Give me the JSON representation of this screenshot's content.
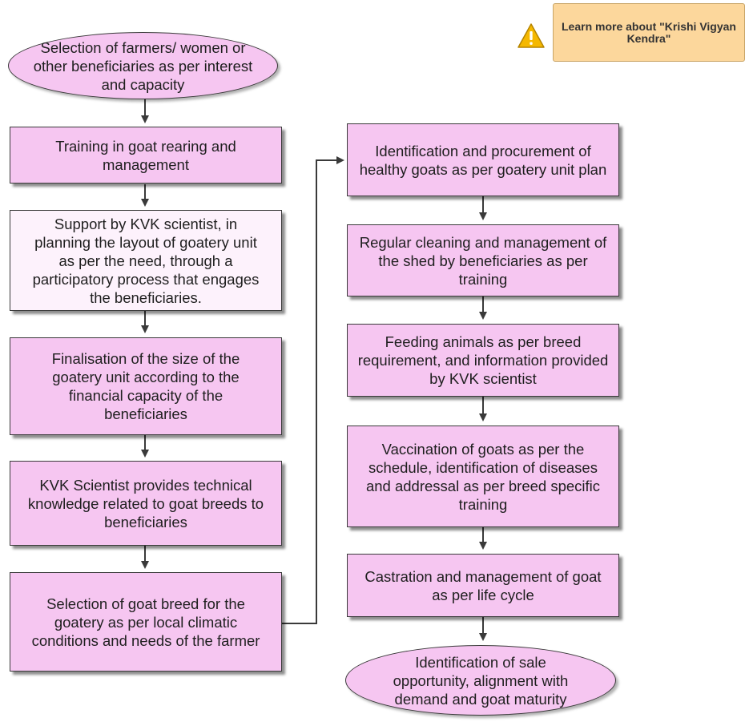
{
  "note": {
    "text": "Learn more about \"Krishi Vigyan Kendra\"",
    "icon": "warning-icon"
  },
  "colors": {
    "box_fill": "#f6c6f1",
    "light_box_fill": "#fdf2fc",
    "note_fill": "#fcd79c",
    "border": "#3a3a3a",
    "warning": "#f5b800"
  },
  "flow": {
    "left": [
      {
        "id": "selection-of-beneficiaries",
        "shape": "oval",
        "text": "Selection of farmers/ women or other beneficiaries as per interest and capacity"
      },
      {
        "id": "training",
        "shape": "box",
        "text": "Training in goat rearing and management"
      },
      {
        "id": "kvk-support",
        "shape": "box-light",
        "text": "Support by KVK scientist, in planning the layout of goatery unit as per the need, through a participatory process that engages the beneficiaries."
      },
      {
        "id": "finalisation-of-size",
        "shape": "box",
        "text": "Finalisation of the size of the goatery unit according to the financial capacity of the beneficiaries"
      },
      {
        "id": "technical-knowledge",
        "shape": "box",
        "text": "KVK Scientist provides technical knowledge related to goat breeds to beneficiaries"
      },
      {
        "id": "selection-of-breed",
        "shape": "box",
        "text": "Selection of goat breed for the goatery as per local climatic conditions and needs of the farmer"
      }
    ],
    "right": [
      {
        "id": "procurement",
        "shape": "box",
        "text": "Identification and procurement of healthy goats as per goatery unit plan"
      },
      {
        "id": "shed-cleaning",
        "shape": "box",
        "text": "Regular cleaning and management of the shed by beneficiaries as per training"
      },
      {
        "id": "feeding",
        "shape": "box",
        "text": "Feeding animals as per breed requirement, and information provided by KVK scientist"
      },
      {
        "id": "vaccination",
        "shape": "box",
        "text": "Vaccination of goats as per the schedule, identification of diseases and addressal as per breed specific training"
      },
      {
        "id": "castration",
        "shape": "box",
        "text": "Castration and management of goat as per life cycle"
      },
      {
        "id": "sale-opportunity",
        "shape": "oval",
        "text": "Identification of sale opportunity, alignment with demand and goat maturity"
      }
    ]
  }
}
